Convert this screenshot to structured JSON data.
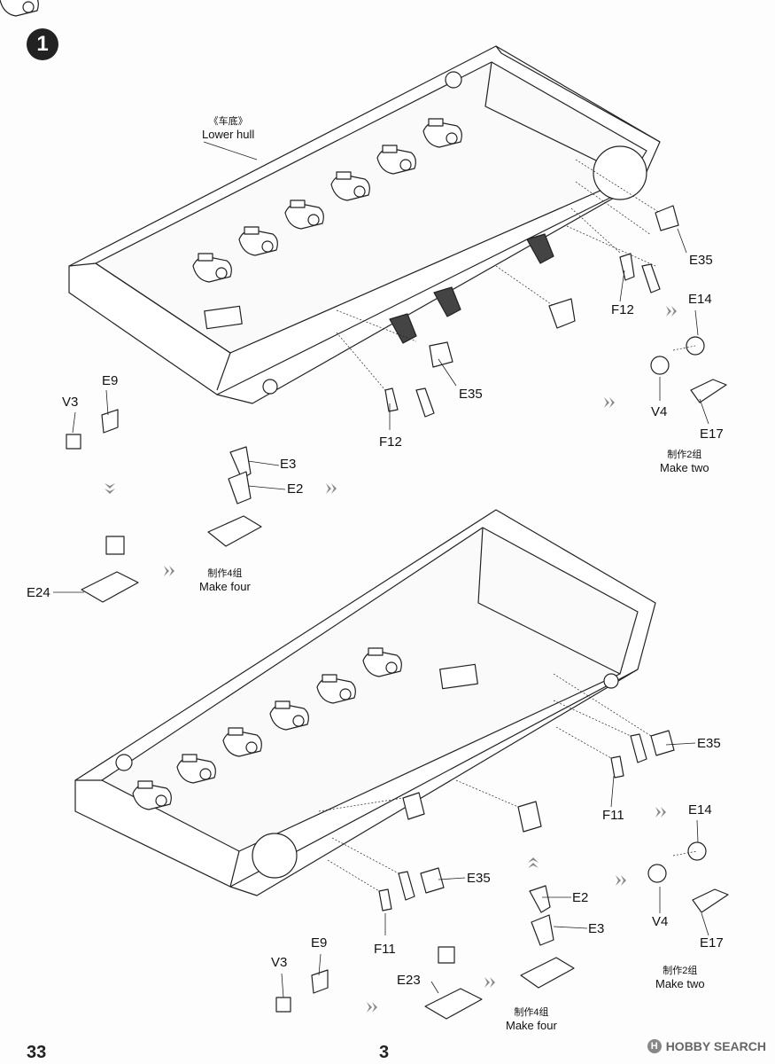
{
  "step": {
    "number": "1"
  },
  "lower_hull": {
    "zh": "《车底》",
    "en": "Lower hull"
  },
  "labels": {
    "e35_a": "E35",
    "f12_a": "F12",
    "e14_a": "E14",
    "e35_b": "E35",
    "f12_b": "F12",
    "v4_a": "V4",
    "e17_a": "E17",
    "e9_a": "E9",
    "v3_a": "V3",
    "e3_a": "E3",
    "e2_a": "E2",
    "e24": "E24",
    "e35_c": "E35",
    "f11_a": "F11",
    "e14_b": "E14",
    "e2_b": "E2",
    "e3_b": "E3",
    "e35_d": "E35",
    "v4_b": "V4",
    "e17_b": "E17",
    "f11_b": "F11",
    "e9_b": "E9",
    "v3_b": "V3",
    "e23": "E23"
  },
  "notes": {
    "make_two_a": {
      "zh": "制作2组",
      "en": "Make two"
    },
    "make_four_a": {
      "zh": "制作4组",
      "en": "Make four"
    },
    "make_two_b": {
      "zh": "制作2组",
      "en": "Make two"
    },
    "make_four_b": {
      "zh": "制作4组",
      "en": "Make four"
    }
  },
  "page": {
    "left": "33",
    "center": "3"
  },
  "watermark": {
    "icon": "H",
    "text": "HOBBY SEARCH"
  }
}
